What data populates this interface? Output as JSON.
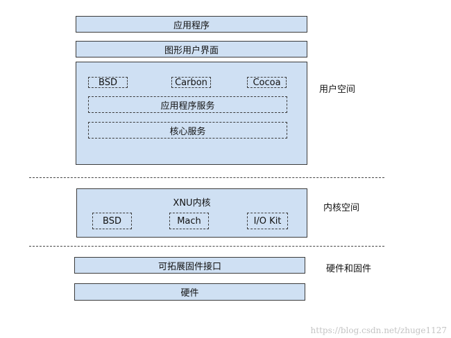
{
  "user_space": {
    "app_box": "应用程序",
    "gui_box": "图形用户界面",
    "modules": [
      "BSD",
      "Carbon",
      "Cocoa"
    ],
    "app_services": "应用程序服务",
    "core_services": "核心服务",
    "label": "用户空间"
  },
  "kernel_space": {
    "title": "XNU内核",
    "modules": [
      "BSD",
      "Mach",
      "I/O Kit"
    ],
    "label": "内核空间"
  },
  "hardware_firmware": {
    "firmware_box": "可拓展固件接口",
    "hardware_box": "硬件",
    "label": "硬件和固件"
  },
  "watermark": "https://blog.csdn.net/zhuge1127"
}
